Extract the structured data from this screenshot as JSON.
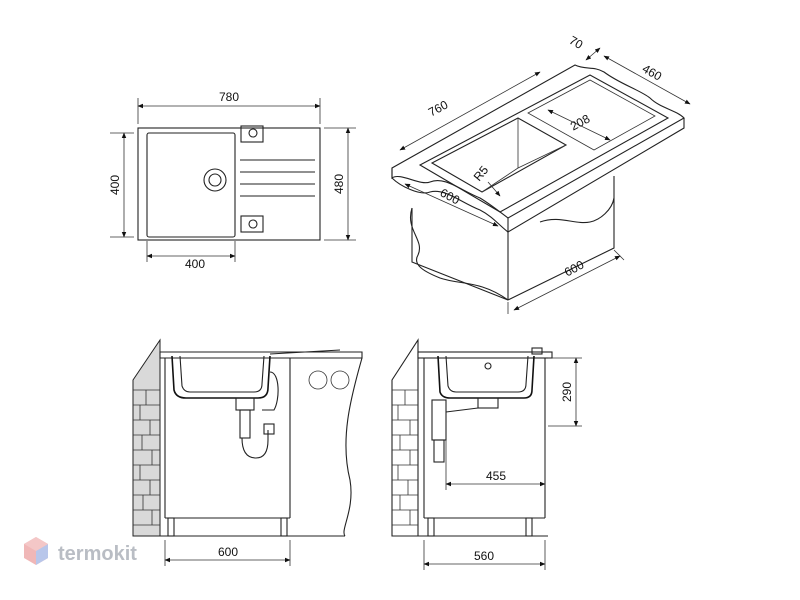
{
  "top_view": {
    "overall_width": "780",
    "overall_depth": "480",
    "bowl_depth": "400",
    "bowl_width": "400"
  },
  "iso_view": {
    "length": "760",
    "depth": "460",
    "edge": "70",
    "drainer": "208",
    "radius": "R5",
    "bowl": "600",
    "cabinet": "600"
  },
  "front_section": {
    "cabinet_width": "600"
  },
  "side_section": {
    "height": "290",
    "offset": "455",
    "cabinet_depth": "560"
  },
  "watermark": {
    "text": "termokit"
  }
}
